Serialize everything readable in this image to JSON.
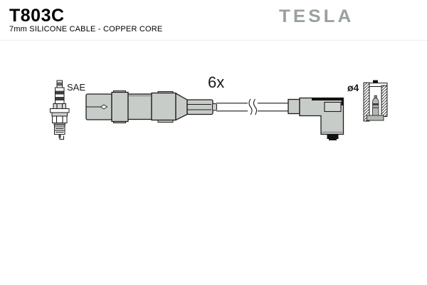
{
  "header": {
    "part_number": "T803C",
    "subtitle": "7mm SILICONE CABLE - COPPER CORE",
    "brand": "TESLA"
  },
  "diagram": {
    "spark_plug_label": "SAE",
    "quantity_label": "6x",
    "terminal_diameter_label": "ø4"
  },
  "colors": {
    "background": "#ffffff",
    "brand_gray": "#9aa0a0",
    "part_fill": "#c8ccc8",
    "part_fill_light": "#d2d6d2",
    "outline": "#1c1c1c",
    "text": "#000000"
  }
}
